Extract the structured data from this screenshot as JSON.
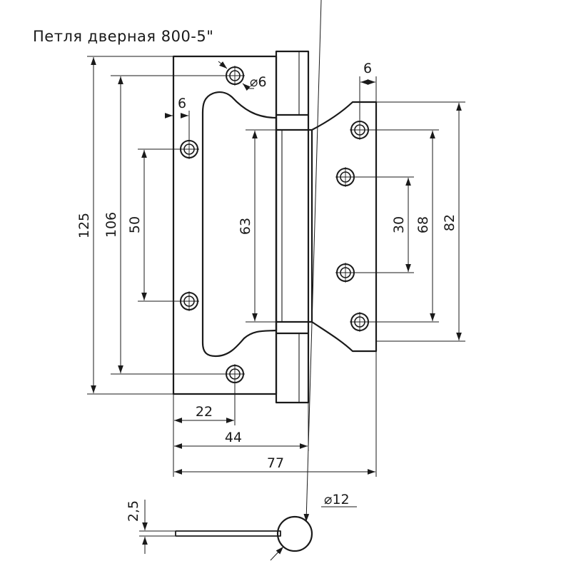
{
  "title": "Петля  дверная 800-5\"",
  "dimensions": {
    "overall_height": "125",
    "outer_holes_pitch": "106",
    "inner_holes_pitch": "50",
    "leaf_inset": "6",
    "hole_diameter": "⌀6",
    "center_cut_height": "63",
    "right_inner_pitch": "30",
    "right_outer_pitch": "68",
    "right_leaf_height": "82",
    "right_leaf_inset": "6",
    "hole_offset": "22",
    "half_width": "44",
    "total_width": "77",
    "thickness": "2,5",
    "knuckle_diameter": "⌀12"
  }
}
